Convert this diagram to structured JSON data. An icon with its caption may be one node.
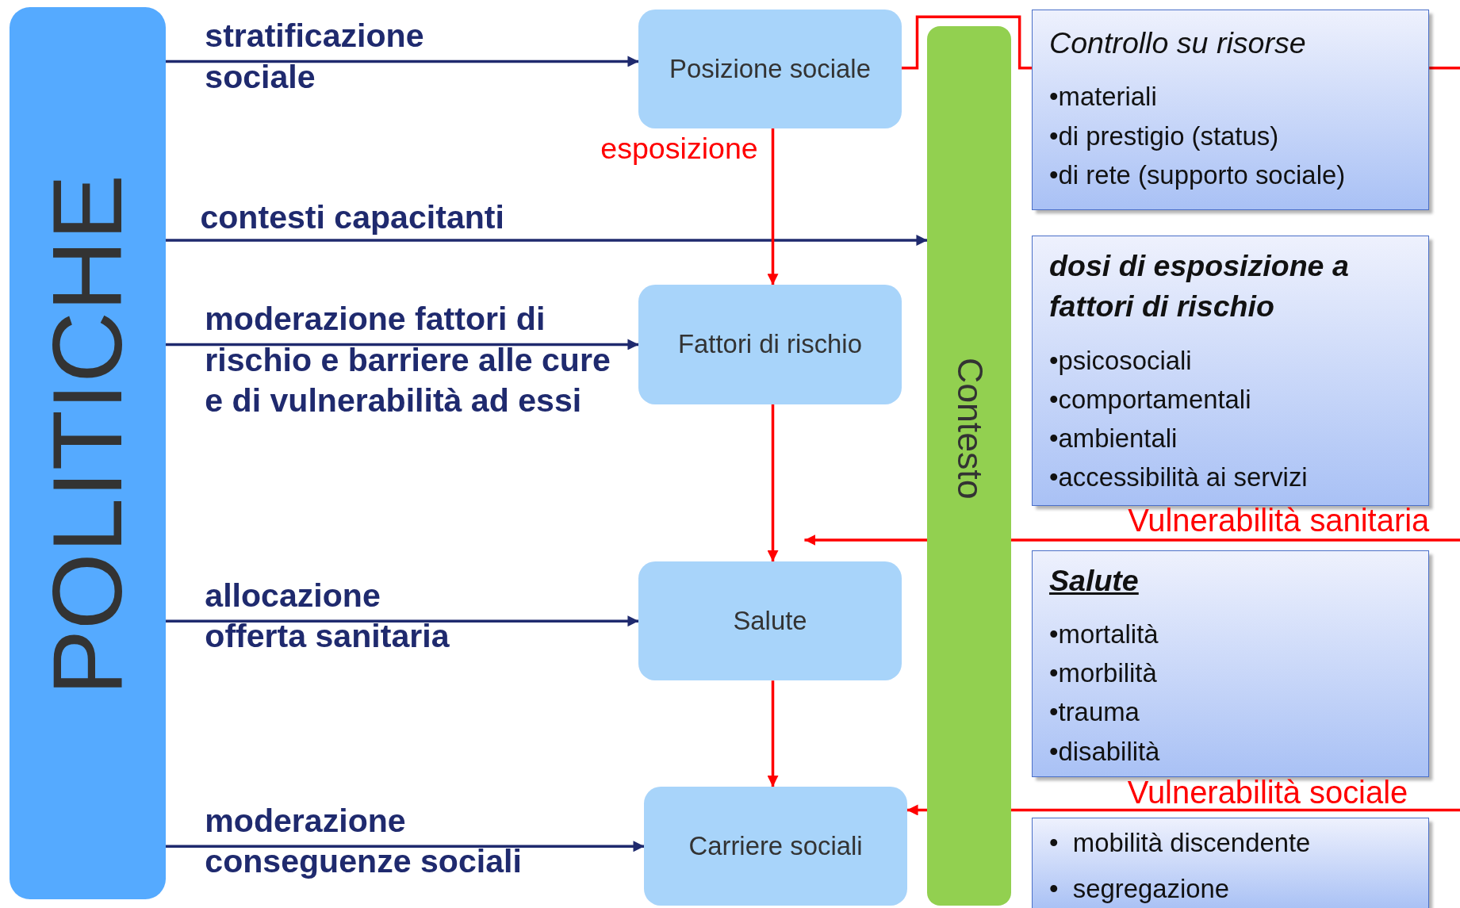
{
  "diagram": {
    "nodes": [
      {
        "text": [
          "POLITICHE"
        ]
      },
      {
        "text": [
          "Posizione sociale"
        ]
      },
      {
        "text": [
          "Fattori di rischio"
        ]
      },
      {
        "text": [
          "Salute"
        ]
      },
      {
        "text": [
          "Carriere sociali"
        ]
      },
      {
        "text": [
          "Contesto"
        ]
      },
      {
        "text": [
          "Controllo su risorse",
          "•materiali",
          "•di prestigio (status)",
          "•di rete (supporto sociale)"
        ]
      },
      {
        "text": [
          "dosi di esposizione a fattori di rischio",
          "•psicosociali",
          "•comportamentali",
          "•ambientali",
          "•accessibilità ai servizi"
        ]
      },
      {
        "text": [
          "Salute",
          "•mortalità",
          "•morbilità",
          "•trauma",
          "•disabilità"
        ]
      },
      {
        "text": [
          "•  mobilità discendente",
          "•  segregazione"
        ]
      }
    ],
    "edges": [
      {
        "from": 0,
        "to": 1,
        "arrow": "to",
        "label": "stratificazione sociale",
        "color": "#1f2a6e"
      },
      {
        "from": 0,
        "to": 5,
        "arrow": "to",
        "label": "contesti capacitanti",
        "color": "#1f2a6e"
      },
      {
        "from": 0,
        "to": 2,
        "arrow": "to",
        "label": "moderazione fattori di rischio e barriere alle cure e di vulnerabilità ad essi",
        "color": "#1f2a6e"
      },
      {
        "from": 0,
        "to": 3,
        "arrow": "to",
        "label": "allocazione offerta sanitaria",
        "color": "#1f2a6e"
      },
      {
        "from": 0,
        "to": 4,
        "arrow": "to",
        "label": "moderazione conseguenze sociali",
        "color": "#1f2a6e"
      },
      {
        "from": 1,
        "to": 2,
        "arrow": "to",
        "label": "esposizione"
      },
      {
        "from": 2,
        "to": 3,
        "arrow": "to"
      },
      {
        "from": 3,
        "to": 4,
        "arrow": "to"
      },
      {
        "from": 1,
        "to": 6,
        "arrow": "none"
      },
      {
        "from": 6,
        "to": null,
        "arrow": "none"
      },
      {
        "from": null,
        "to": 3,
        "arrow": "to",
        "label": "Vulnerabilità sanitaria"
      },
      {
        "from": null,
        "to": 4,
        "arrow": "to",
        "label": "Vulnerabilità sociale"
      }
    ]
  }
}
